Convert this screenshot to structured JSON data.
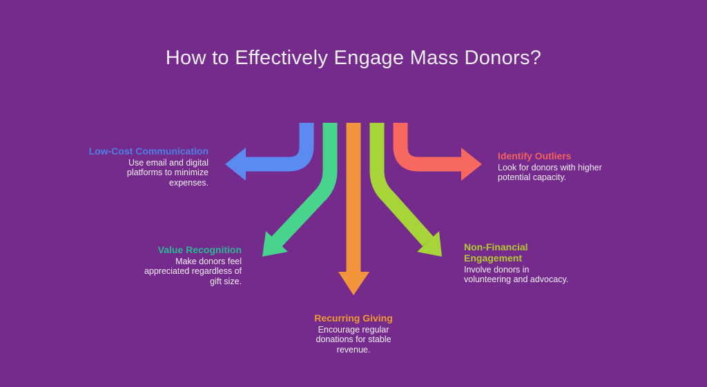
{
  "background_color": "#742b8c",
  "text_color": "#f4eff7",
  "title": "How to Effectively Engage Mass Donors?",
  "items": [
    {
      "id": "low-cost-communication",
      "direction": "left",
      "heading_lines": [
        "Low-Cost Communication"
      ],
      "body_lines": [
        "Use email and digital",
        "platforms to minimize",
        "expenses."
      ],
      "heading_color": "#4e80e4",
      "arrow_color": "#5b8af0"
    },
    {
      "id": "identify-outliers",
      "direction": "right",
      "heading_lines": [
        "Identify Outliers"
      ],
      "body_lines": [
        "Look for donors with higher",
        "potential capacity."
      ],
      "heading_color": "#f2615c",
      "arrow_color": "#f7685f"
    },
    {
      "id": "value-recognition",
      "direction": "down-left",
      "heading_lines": [
        "Value Recognition"
      ],
      "body_lines": [
        "Make donors feel",
        "appreciated regardless of",
        "gift size."
      ],
      "heading_color": "#2db795",
      "arrow_color": "#49d48e"
    },
    {
      "id": "non-financial-engagement",
      "direction": "down-right",
      "heading_lines": [
        "Non-Financial",
        "Engagement"
      ],
      "body_lines": [
        "Involve donors in",
        "volunteering and advocacy."
      ],
      "heading_color": "#b5ca32",
      "arrow_color": "#a6d439"
    },
    {
      "id": "recurring-giving",
      "direction": "down",
      "heading_lines": [
        "Recurring Giving"
      ],
      "body_lines": [
        "Encourage regular",
        "donations for stable",
        "revenue."
      ],
      "heading_color": "#f09b30",
      "arrow_color": "#f2953c"
    }
  ]
}
